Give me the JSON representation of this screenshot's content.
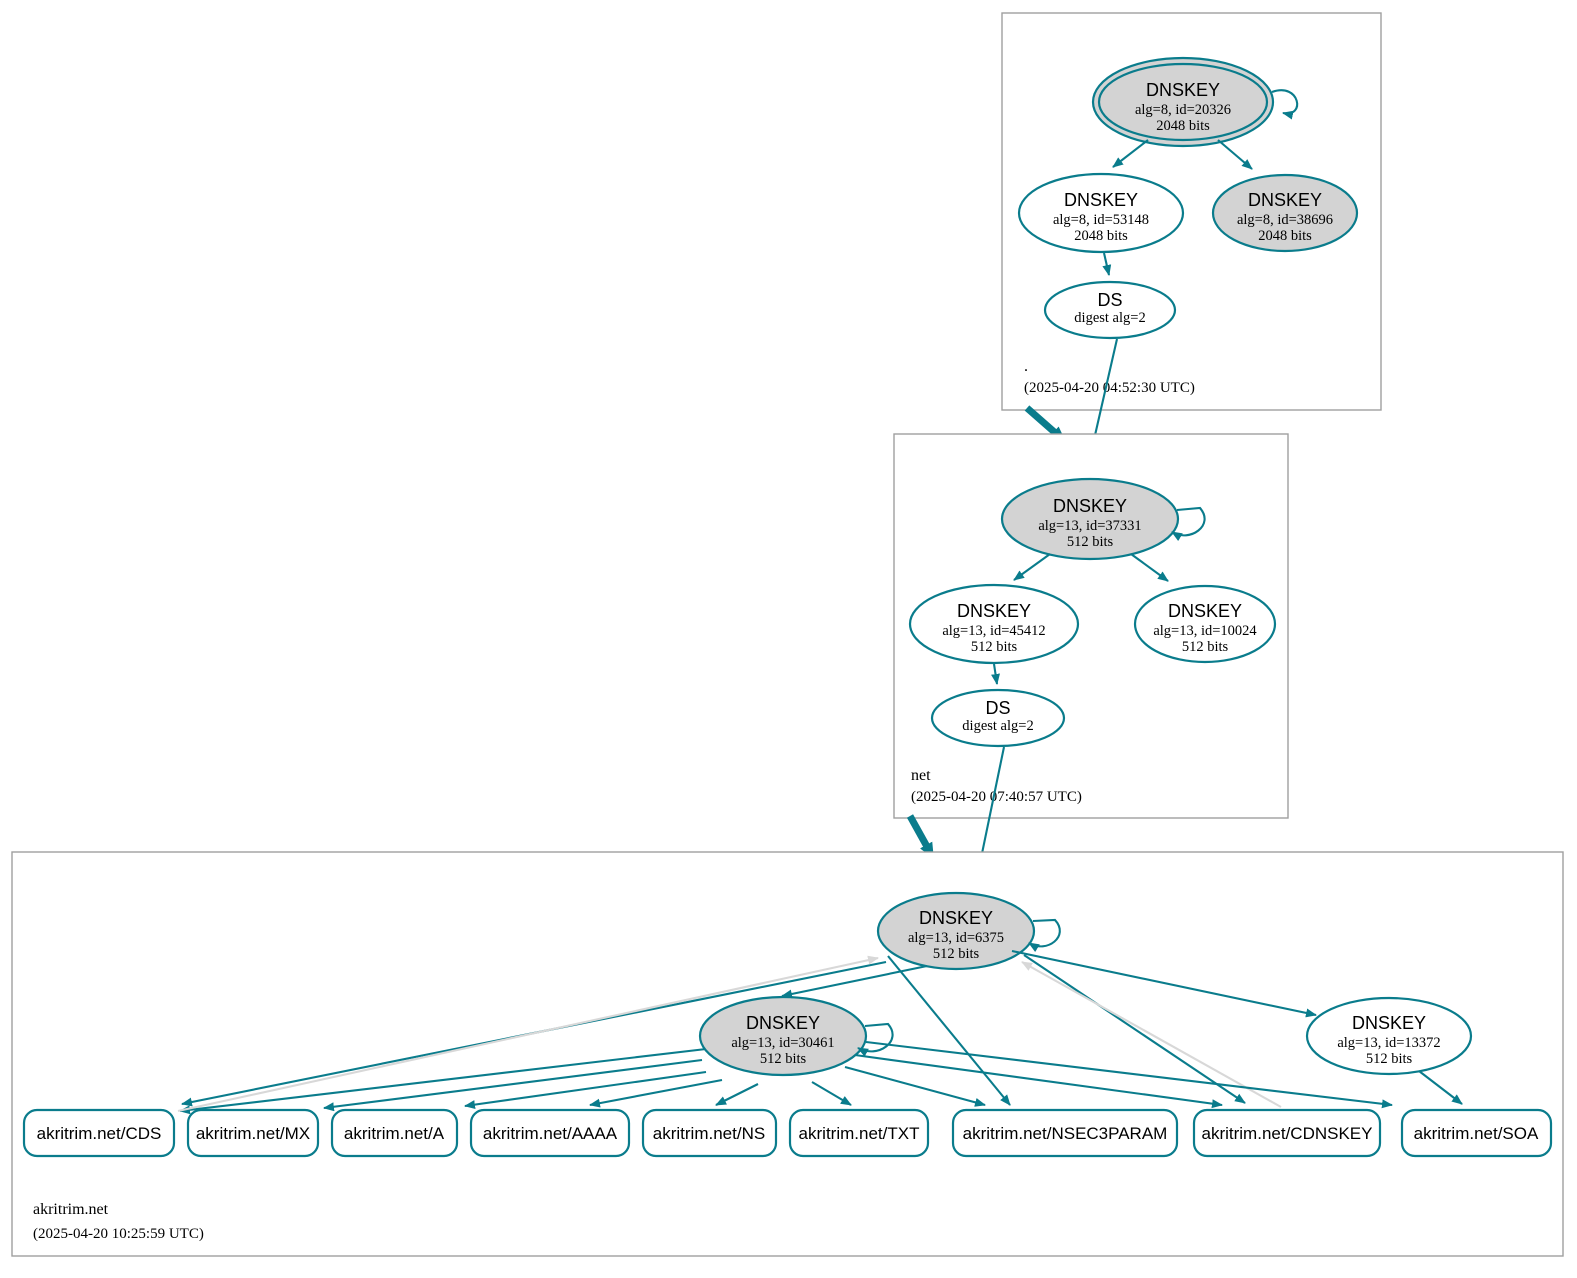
{
  "diagram": {
    "title": "DNSSEC Authentication Chain",
    "colors": {
      "accent": "#0a7c8c",
      "secure_key_fill": "#d3d3d3",
      "plain_key_fill": "#ffffff",
      "zone_border": "#a0a0a0",
      "inactive_edge": "#d8d8d8"
    }
  },
  "zones": [
    {
      "id": "root",
      "name": ".",
      "timestamp": "(2025-04-20 04:52:30 UTC)",
      "nodes": [
        {
          "id": "root-ksk-20326",
          "type": "DNSKEY",
          "label": "DNSKEY",
          "detail": "alg=8, id=20326",
          "size": "2048 bits",
          "trust_anchor": true,
          "filled": true
        },
        {
          "id": "root-zsk-53148",
          "type": "DNSKEY",
          "label": "DNSKEY",
          "detail": "alg=8, id=53148",
          "size": "2048 bits",
          "trust_anchor": false,
          "filled": false
        },
        {
          "id": "root-key-38696",
          "type": "DNSKEY",
          "label": "DNSKEY",
          "detail": "alg=8, id=38696",
          "size": "2048 bits",
          "trust_anchor": false,
          "filled": true
        },
        {
          "id": "root-ds",
          "type": "DS",
          "label": "DS",
          "detail": "digest alg=2",
          "size": "",
          "trust_anchor": false,
          "filled": false
        }
      ]
    },
    {
      "id": "net",
      "name": "net",
      "timestamp": "(2025-04-20 07:40:57 UTC)",
      "nodes": [
        {
          "id": "net-ksk-37331",
          "type": "DNSKEY",
          "label": "DNSKEY",
          "detail": "alg=13, id=37331",
          "size": "512 bits",
          "trust_anchor": false,
          "filled": true
        },
        {
          "id": "net-zsk-45412",
          "type": "DNSKEY",
          "label": "DNSKEY",
          "detail": "alg=13, id=45412",
          "size": "512 bits",
          "trust_anchor": false,
          "filled": false
        },
        {
          "id": "net-key-10024",
          "type": "DNSKEY",
          "label": "DNSKEY",
          "detail": "alg=13, id=10024",
          "size": "512 bits",
          "trust_anchor": false,
          "filled": false
        },
        {
          "id": "net-ds",
          "type": "DS",
          "label": "DS",
          "detail": "digest alg=2",
          "size": "",
          "trust_anchor": false,
          "filled": false
        }
      ]
    },
    {
      "id": "akritrim",
      "name": "akritrim.net",
      "timestamp": "(2025-04-20 10:25:59 UTC)",
      "nodes": [
        {
          "id": "ak-ksk-6375",
          "type": "DNSKEY",
          "label": "DNSKEY",
          "detail": "alg=13, id=6375",
          "size": "512 bits",
          "trust_anchor": false,
          "filled": true
        },
        {
          "id": "ak-zsk-30461",
          "type": "DNSKEY",
          "label": "DNSKEY",
          "detail": "alg=13, id=30461",
          "size": "512 bits",
          "trust_anchor": false,
          "filled": true
        },
        {
          "id": "ak-key-13372",
          "type": "DNSKEY",
          "label": "DNSKEY",
          "detail": "alg=13, id=13372",
          "size": "512 bits",
          "trust_anchor": false,
          "filled": false
        }
      ],
      "rrsets": [
        {
          "id": "rr-cds",
          "label": "akritrim.net/CDS"
        },
        {
          "id": "rr-mx",
          "label": "akritrim.net/MX"
        },
        {
          "id": "rr-a",
          "label": "akritrim.net/A"
        },
        {
          "id": "rr-aaaa",
          "label": "akritrim.net/AAAA"
        },
        {
          "id": "rr-ns",
          "label": "akritrim.net/NS"
        },
        {
          "id": "rr-txt",
          "label": "akritrim.net/TXT"
        },
        {
          "id": "rr-nsec3param",
          "label": "akritrim.net/NSEC3PARAM"
        },
        {
          "id": "rr-cdnskey",
          "label": "akritrim.net/CDNSKEY"
        },
        {
          "id": "rr-soa",
          "label": "akritrim.net/SOA"
        }
      ]
    }
  ]
}
